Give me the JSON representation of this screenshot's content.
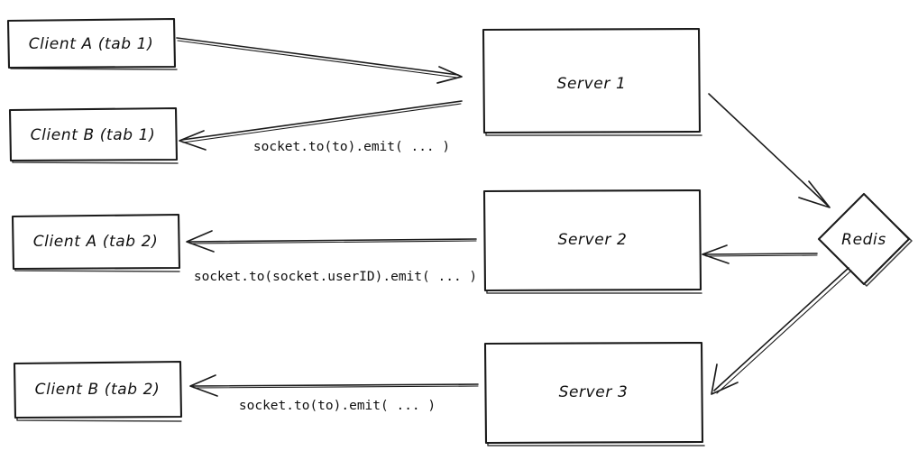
{
  "diagram": {
    "title": "Socket.IO multi-server broadcast with Redis adapter",
    "background_color": "#ffffff",
    "stroke_color": "#1b1b1b",
    "style": "hand-drawn",
    "nodes": [
      {
        "id": "client-a-tab-1",
        "label": "Client A (tab 1)",
        "shape": "rectangle"
      },
      {
        "id": "client-b-tab-1",
        "label": "Client B (tab 1)",
        "shape": "rectangle"
      },
      {
        "id": "client-a-tab-2",
        "label": "Client A (tab 2)",
        "shape": "rectangle"
      },
      {
        "id": "client-b-tab-2",
        "label": "Client B (tab 2)",
        "shape": "rectangle"
      },
      {
        "id": "server-1",
        "label": "Server 1",
        "shape": "rectangle"
      },
      {
        "id": "server-2",
        "label": "Server 2",
        "shape": "rectangle"
      },
      {
        "id": "server-3",
        "label": "Server 3",
        "shape": "rectangle"
      },
      {
        "id": "redis",
        "label": "Redis",
        "shape": "diamond"
      }
    ],
    "edges": [
      {
        "id": "edge-client-a-tab-1-to-server-1",
        "from": "client-a-tab-1",
        "to": "server-1",
        "label": ""
      },
      {
        "id": "edge-server-1-to-client-b-tab-1",
        "from": "server-1",
        "to": "client-b-tab-1",
        "label": "socket.to(to).emit( ... )"
      },
      {
        "id": "edge-server-1-to-redis",
        "from": "server-1",
        "to": "redis",
        "label": ""
      },
      {
        "id": "edge-redis-to-server-2",
        "from": "redis",
        "to": "server-2",
        "label": ""
      },
      {
        "id": "edge-server-2-to-client-a-tab-2",
        "from": "server-2",
        "to": "client-a-tab-2",
        "label": "socket.to(socket.userID).emit( ... )"
      },
      {
        "id": "edge-redis-to-server-3",
        "from": "redis",
        "to": "server-3",
        "label": ""
      },
      {
        "id": "edge-server-3-to-client-b-tab-2",
        "from": "server-3",
        "to": "client-b-tab-2",
        "label": "socket.to(to).emit( ... )"
      }
    ],
    "labels": {
      "client_a_tab_1": "Client A (tab 1)",
      "client_b_tab_1": "Client B (tab 1)",
      "client_a_tab_2": "Client A (tab 2)",
      "client_b_tab_2": "Client B (tab 2)",
      "server_1": "Server 1",
      "server_2": "Server 2",
      "server_3": "Server 3",
      "redis": "Redis",
      "emit_to_1": "socket.to(to).emit( ... )",
      "emit_to_user_id": "socket.to(socket.userID).emit( ... )",
      "emit_to_2": "socket.to(to).emit( ... )"
    }
  }
}
